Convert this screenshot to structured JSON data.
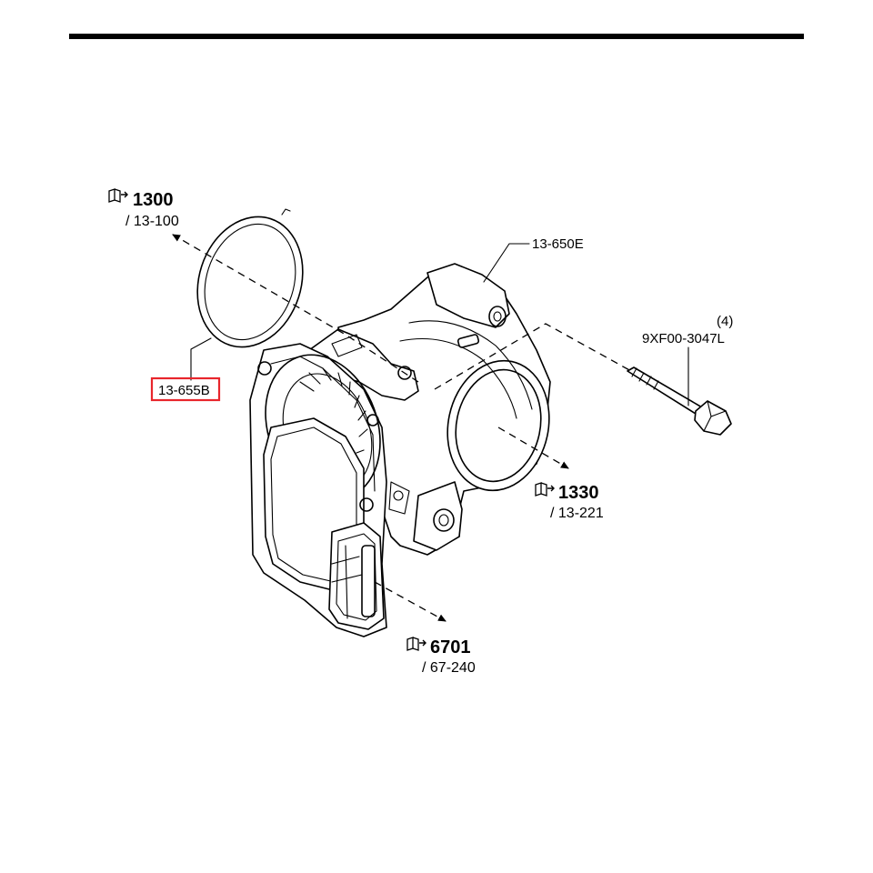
{
  "references": [
    {
      "number": "1300",
      "page": "/ 13-100"
    },
    {
      "number": "1330",
      "page": "/ 13-221"
    },
    {
      "number": "6701",
      "page": "/ 67-240"
    }
  ],
  "parts": {
    "gasket": "13-655B",
    "throttle_body": "13-650E",
    "bolt": "9XF00-3047L",
    "bolt_qty": "(4)"
  },
  "colors": {
    "highlight": "#e8262c",
    "line": "#000000"
  },
  "icons": [
    "book-reference-icon"
  ]
}
